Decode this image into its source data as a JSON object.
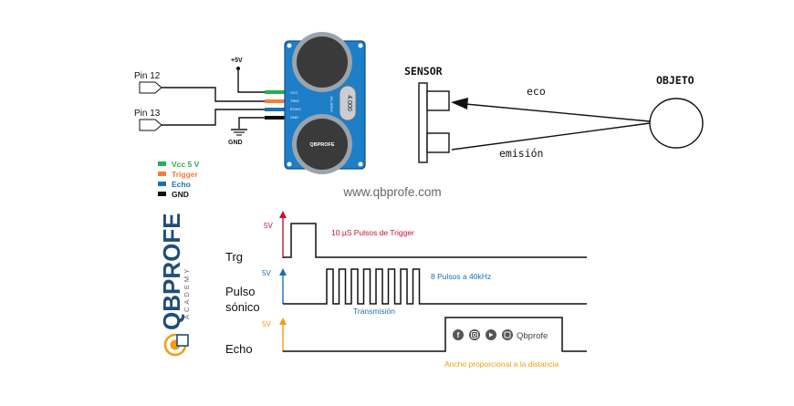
{
  "wiring": {
    "pin12": "Pin 12",
    "pin13": "Pin 13",
    "supply": "+5V",
    "ground": "GND",
    "module_pins": [
      "VCC",
      "TRIG",
      "ECHO",
      "GND"
    ],
    "module_brand": "QBPROFE",
    "module_label": "4.000",
    "module_model": "HC-SR04"
  },
  "legend": [
    {
      "label": "Vcc 5 V",
      "color": "#22b14c"
    },
    {
      "label": "Trigger",
      "color": "#f47d3c"
    },
    {
      "label": "Echo",
      "color": "#1a6fb8"
    },
    {
      "label": "GND",
      "color": "#111111"
    }
  ],
  "wire_colors": {
    "vcc": "#22b14c",
    "trig": "#f47d3c",
    "echo": "#1a6fb8",
    "gnd": "#111111"
  },
  "website": "www.qbprofe.com",
  "concept": {
    "sensor_label": "SENSOR",
    "object_label": "OBJETO",
    "echo_label": "eco",
    "emission_label": "emisión"
  },
  "timing": {
    "trg_label": "Trg",
    "pulse_label_line1": "Pulso",
    "pulse_label_line2": "sónico",
    "echo_label": "Echo",
    "volt_label": "5V",
    "trigger_note": "10 µS Pulsos de Trigger",
    "burst_note": "8 Pulsos a 40kHz",
    "transmission_note": "Transmisión",
    "echo_width_note": "Ancho proporcional a la distancia",
    "social_handle": "Qbprofe",
    "trg_color": "#c8102e",
    "pulse_color": "#1a6fb8",
    "echo_color": "#f39c12",
    "burst_count": 8
  },
  "brand": {
    "logo_main": "QBPROFE",
    "logo_sub": "ACADEMY",
    "logo_q_color": "#1f4e79",
    "logo_accent": "#f39c12"
  }
}
